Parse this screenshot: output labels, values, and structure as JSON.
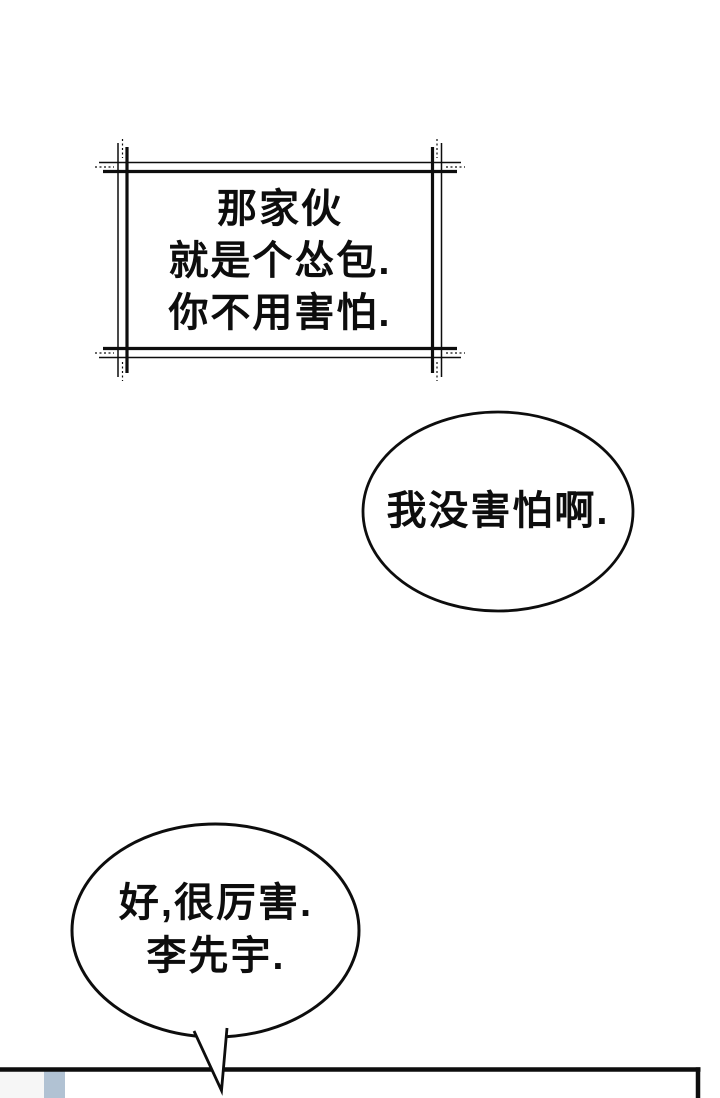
{
  "page": {
    "type": "comic-page",
    "background_color": "#ffffff",
    "ink_color": "#0d0d0d"
  },
  "narration_box": {
    "lines": [
      "那家伙",
      "就是个怂包.",
      "你不用害怕."
    ]
  },
  "bubbles": {
    "bubble1": {
      "text": "我没害怕啊."
    },
    "bubble2": {
      "line1": "好,很厉害.",
      "line2": "李先宇."
    }
  },
  "next_panel": {
    "border_color": "#0d0d0d",
    "art": {
      "wall_color": "#f6f6f6",
      "blue_bar_color": "#b1c2d3"
    }
  }
}
